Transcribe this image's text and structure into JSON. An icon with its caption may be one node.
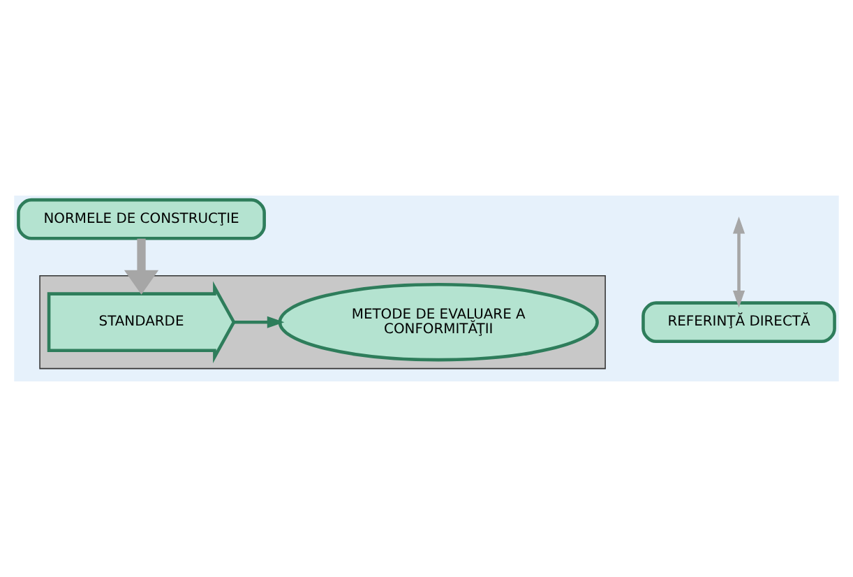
{
  "diagram": {
    "nodes": [
      {
        "text": [
          "NORMELE DE CONSTRUCŢIE"
        ]
      },
      {
        "text": [
          "REFERINŢĂ DIRECTĂ"
        ]
      },
      {
        "text": [],
        "shape": "box"
      },
      {
        "text": [
          "STANDARDE"
        ],
        "in": 2
      },
      {
        "text": [
          "METODE DE EVALUARE A CONFORMITĂŢII"
        ],
        "in": 2
      }
    ],
    "edges": [
      {
        "from": 0,
        "to": 3,
        "arrow": "to",
        "style": "thick",
        "color": "#a6a6a6"
      },
      {
        "from": null,
        "to": 1,
        "arrow": "both",
        "color": "#a6a6a6"
      },
      {
        "from": 3,
        "to": 4,
        "arrow": "to",
        "color": "#2e7d5b"
      }
    ]
  }
}
